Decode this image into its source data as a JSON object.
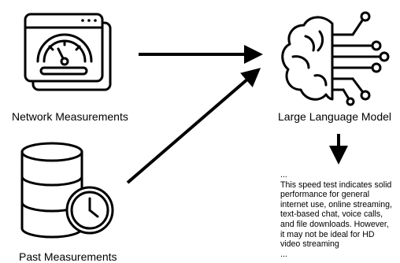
{
  "nodes": {
    "network": {
      "label": "Network Measurements",
      "icon": "speedometer-browser-icon"
    },
    "past": {
      "label": "Past Measurements",
      "icon": "database-clock-icon"
    },
    "llm": {
      "label": "Large Language Model",
      "icon": "brain-circuit-icon"
    }
  },
  "output": {
    "lines": [
      "...",
      "This speed test indicates solid",
      "performance for general",
      "internet use, online streaming,",
      "text-based chat, voice calls,",
      "and file downloads. However,",
      "it may not be ideal for HD",
      "video streaming",
      "..."
    ]
  },
  "colors": {
    "stroke": "#000000",
    "background": "#ffffff"
  }
}
